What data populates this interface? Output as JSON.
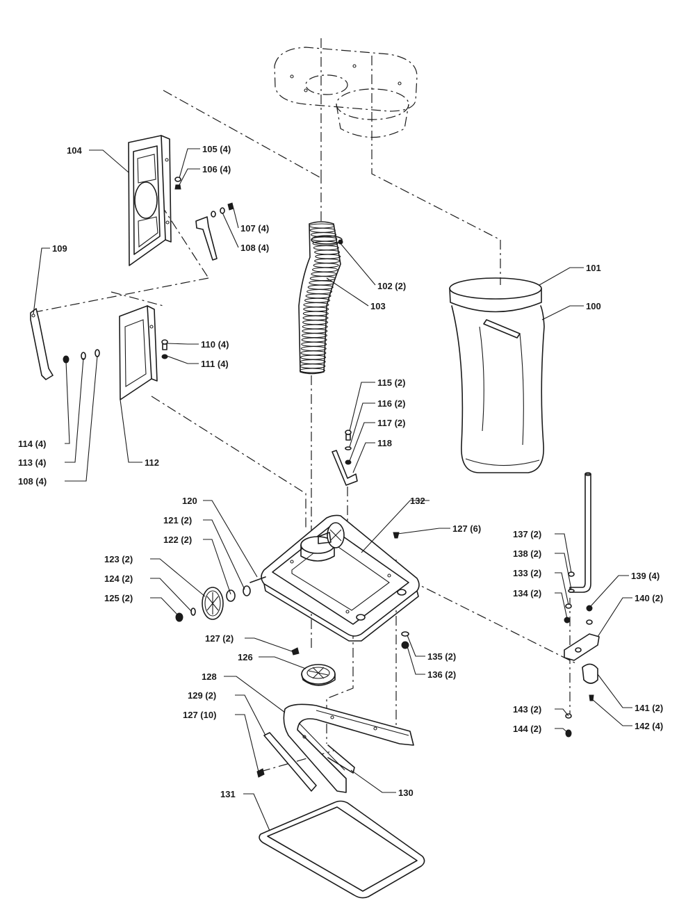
{
  "callouts": {
    "c100": "100",
    "c101": "101",
    "c102": "102 (2)",
    "c103": "103",
    "c104": "104",
    "c105": "105 (4)",
    "c106": "106 (4)",
    "c107": "107 (4)",
    "c108a": "108 (4)",
    "c108b": "108 (4)",
    "c109": "109",
    "c110": "110 (4)",
    "c111": "111 (4)",
    "c112": "112",
    "c113": "113 (4)",
    "c114": "114 (4)",
    "c115": "115 (2)",
    "c116": "116 (2)",
    "c117": "117 (2)",
    "c118": "118",
    "c120": "120",
    "c121": "121 (2)",
    "c122": "122 (2)",
    "c123": "123 (2)",
    "c124": "124 (2)",
    "c125": "125 (2)",
    "c126": "126",
    "c127a": "127 (6)",
    "c127b": "127 (2)",
    "c127c": "127 (10)",
    "c128": "128",
    "c129": "129 (2)",
    "c130": "130",
    "c131": "131",
    "c132": "132",
    "c133": "133 (2)",
    "c134": "134 (2)",
    "c135": "135 (2)",
    "c136": "136 (2)",
    "c137": "137 (2)",
    "c138": "138 (2)",
    "c139": "139 (4)",
    "c140": "140 (2)",
    "c141": "141 (2)",
    "c142": "142 (4)",
    "c143": "143 (2)",
    "c144": "144 (2)"
  }
}
